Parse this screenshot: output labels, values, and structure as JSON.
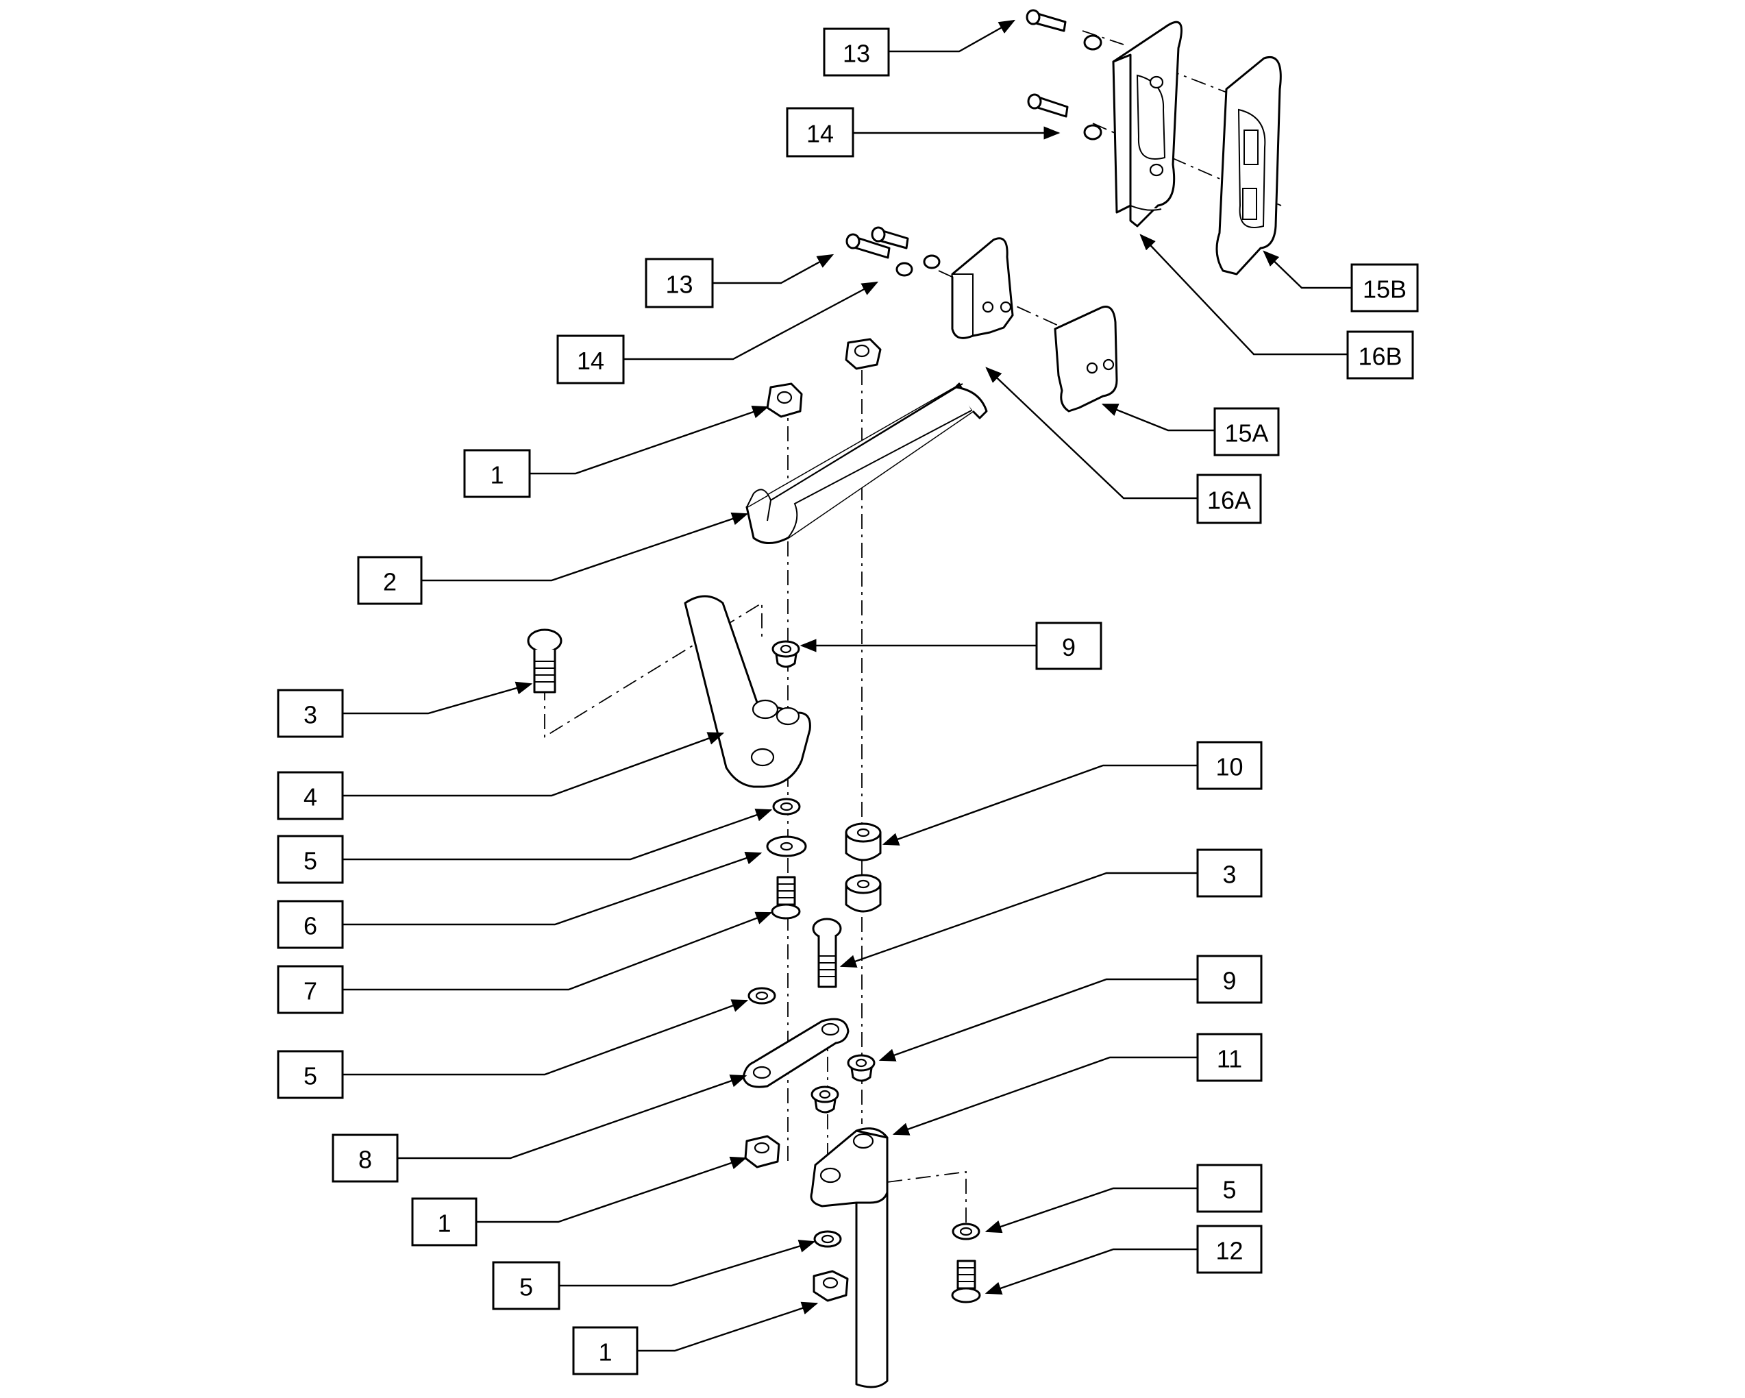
{
  "callouts": [
    {
      "id": "c-13-top",
      "label": "13"
    },
    {
      "id": "c-14-top",
      "label": "14"
    },
    {
      "id": "c-13-mid",
      "label": "13"
    },
    {
      "id": "c-14-mid",
      "label": "14"
    },
    {
      "id": "c-15b",
      "label": "15B"
    },
    {
      "id": "c-16b",
      "label": "16B"
    },
    {
      "id": "c-15a",
      "label": "15A"
    },
    {
      "id": "c-16a",
      "label": "16A"
    },
    {
      "id": "c-1-top",
      "label": "1"
    },
    {
      "id": "c-2",
      "label": "2"
    },
    {
      "id": "c-9-top",
      "label": "9"
    },
    {
      "id": "c-3-left",
      "label": "3"
    },
    {
      "id": "c-4",
      "label": "4"
    },
    {
      "id": "c-10",
      "label": "10"
    },
    {
      "id": "c-5-a",
      "label": "5"
    },
    {
      "id": "c-3-right",
      "label": "3"
    },
    {
      "id": "c-6",
      "label": "6"
    },
    {
      "id": "c-7",
      "label": "7"
    },
    {
      "id": "c-9-bottom",
      "label": "9"
    },
    {
      "id": "c-5-b",
      "label": "5"
    },
    {
      "id": "c-11",
      "label": "11"
    },
    {
      "id": "c-8",
      "label": "8"
    },
    {
      "id": "c-5-c",
      "label": "5"
    },
    {
      "id": "c-1-mid",
      "label": "1"
    },
    {
      "id": "c-12",
      "label": "12"
    },
    {
      "id": "c-5-d",
      "label": "5"
    },
    {
      "id": "c-1-bottom",
      "label": "1"
    }
  ]
}
